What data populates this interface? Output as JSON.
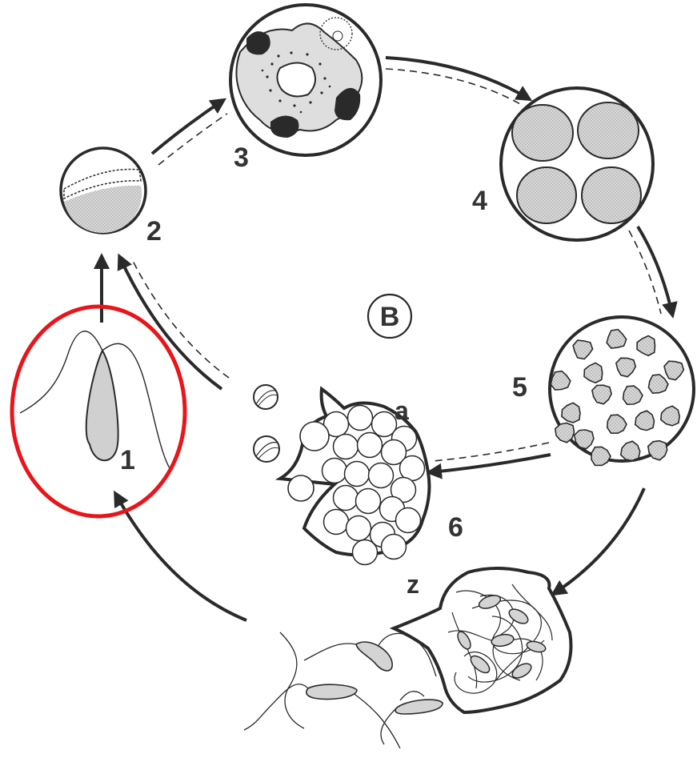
{
  "diagram": {
    "center_label": "B",
    "stages": [
      {
        "id": "1",
        "label": "1"
      },
      {
        "id": "2",
        "label": "2"
      },
      {
        "id": "3",
        "label": "3"
      },
      {
        "id": "4",
        "label": "4"
      },
      {
        "id": "5",
        "label": "5"
      },
      {
        "id": "6",
        "label": "6"
      }
    ],
    "branch_labels": {
      "a": "a",
      "z": "z"
    },
    "highlight": {
      "target": "stage-1",
      "color": "#e8151b"
    },
    "colors": {
      "ink": "#2a2a2a",
      "fill": "#cfcfcf",
      "highlight": "#e8151b"
    }
  }
}
